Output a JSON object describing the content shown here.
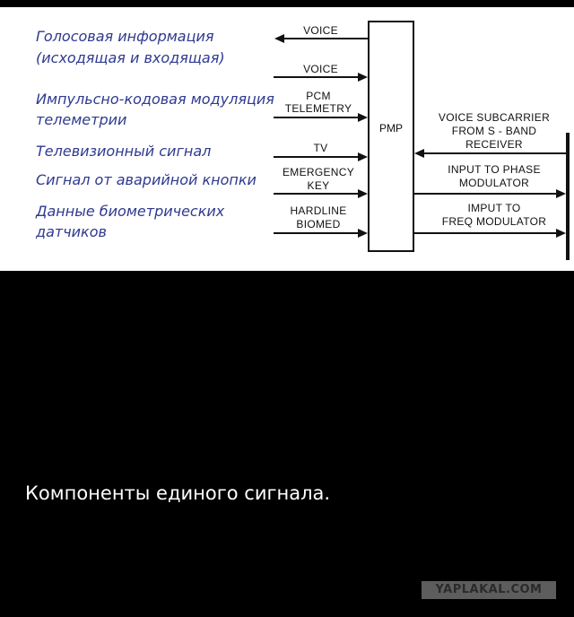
{
  "diagram": {
    "russian_labels": [
      "Голосовая информация",
      "(исходящая и входящая)",
      "Импульсно-кодовая модуляция",
      "телеметрии",
      "Телевизионный сигнал",
      "Сигнал от аварийной кнопки",
      "Данные биометрических",
      "датчиков"
    ],
    "left_signals": {
      "voice_out": "VOICE",
      "voice_in": "VOICE",
      "pcm_1": "PCM",
      "pcm_2": "TELEMETRY",
      "tv": "TV",
      "emergency_1": "EMERGENCY",
      "emergency_2": "KEY",
      "hardline_1": "HARDLINE",
      "hardline_2": "BIOMED"
    },
    "center_block": "PMP",
    "right_signals": {
      "subcarrier_1": "VOICE SUBCARRIER",
      "subcarrier_2": "FROM S - BAND",
      "subcarrier_3": "RECEIVER",
      "phase_1": "INPUT TO PHASE",
      "phase_2": "MODULATOR",
      "freq_1": "IMPUT TO",
      "freq_2": "FREQ MODULATOR"
    }
  },
  "caption": "Компоненты единого сигнала.",
  "watermark": "YAPLAKAL.COM"
}
